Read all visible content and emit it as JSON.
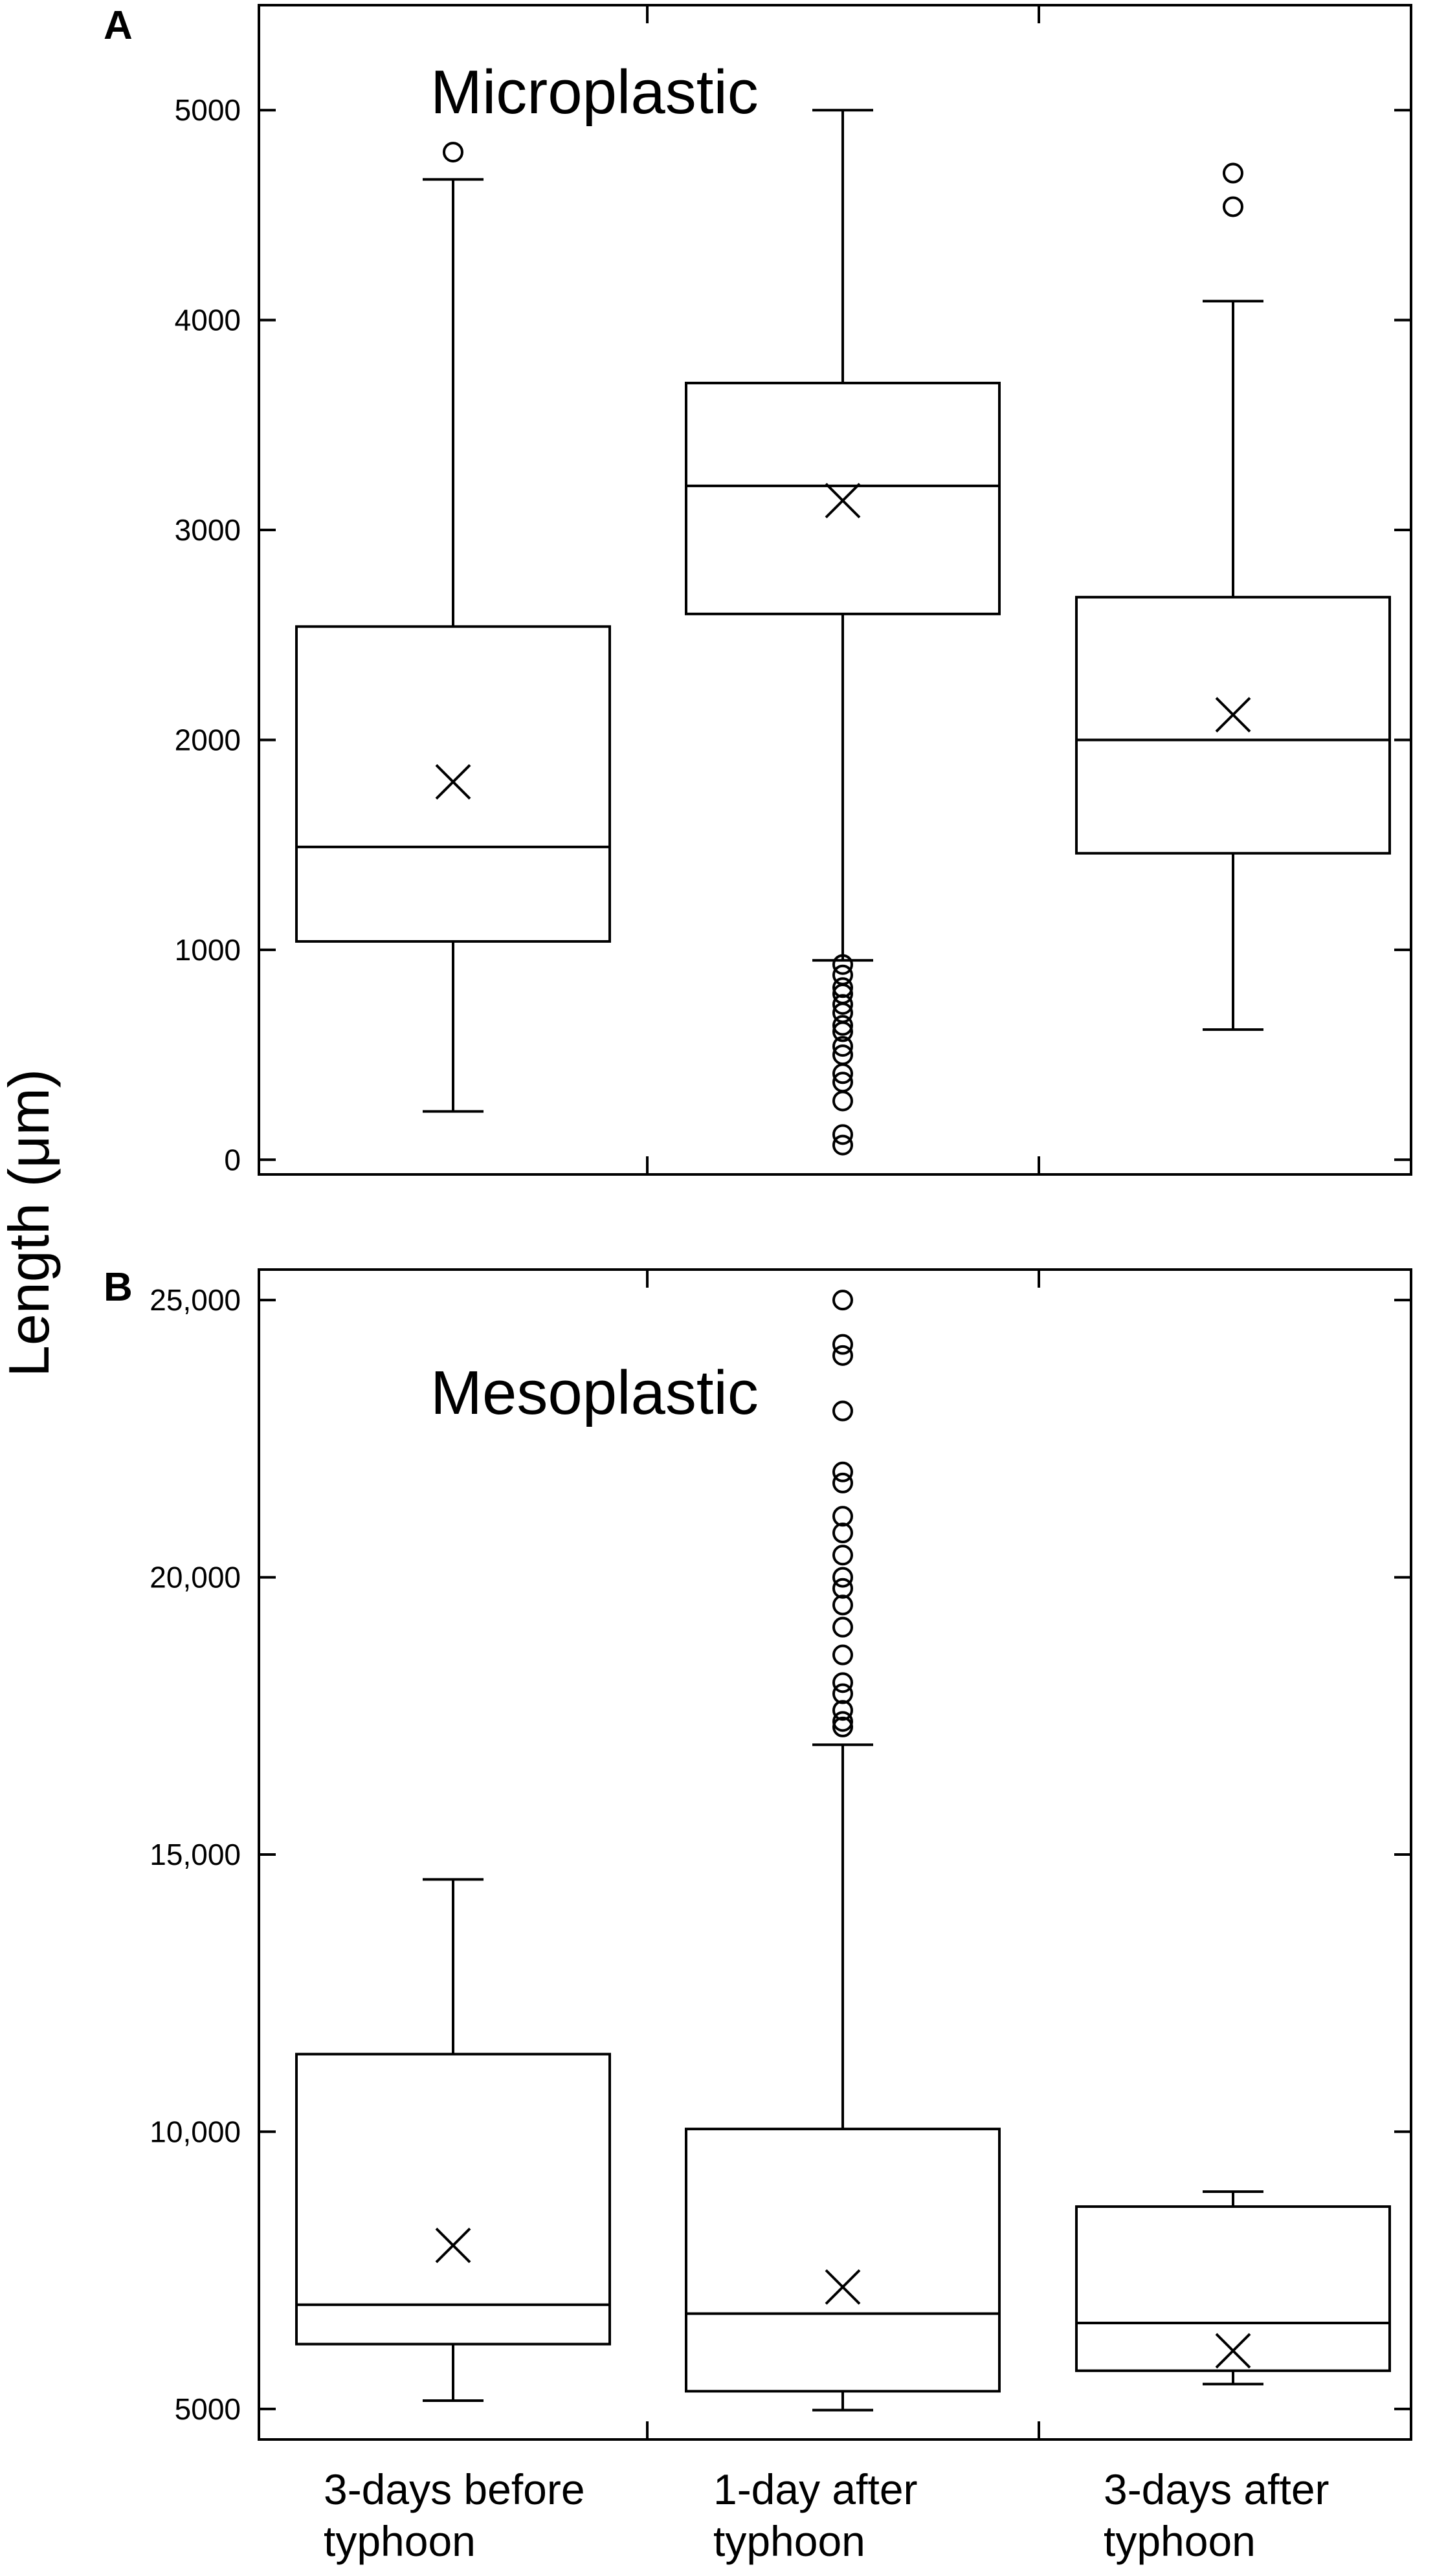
{
  "figure": {
    "ylabel": "Length (μm)",
    "categories": [
      {
        "line1": "3-days before",
        "line2": "typhoon"
      },
      {
        "line1": "1-day after",
        "line2": "typhoon"
      },
      {
        "line1": "3-days after",
        "line2": "typhoon"
      }
    ]
  },
  "chart_data": [
    {
      "type": "box",
      "panel": "A",
      "title": "Microplastic",
      "ylabel": "Length (μm)",
      "ylim": [
        -70,
        5500
      ],
      "yticks": [
        0,
        1000,
        2000,
        3000,
        4000,
        5000
      ],
      "ytick_labels": [
        "0",
        "1000",
        "2000",
        "3000",
        "4000",
        "5000"
      ],
      "grid": false,
      "categories": [
        "3-days before typhoon",
        "1-day after typhoon",
        "3-days after typhoon"
      ],
      "boxes": [
        {
          "whisker_low": 230,
          "q1": 1040,
          "median": 1490,
          "q3": 2540,
          "whisker_high": 4670,
          "mean": 1800,
          "outliers": [
            4800
          ]
        },
        {
          "whisker_low": 950,
          "q1": 2600,
          "median": 3210,
          "q3": 3700,
          "whisker_high": 5000,
          "mean": 3140,
          "outliers": [
            930,
            880,
            820,
            790,
            740,
            700,
            640,
            610,
            540,
            500,
            410,
            370,
            280,
            120,
            70
          ]
        },
        {
          "whisker_low": 620,
          "q1": 1460,
          "median": 2000,
          "q3": 2680,
          "whisker_high": 4090,
          "mean": 2120,
          "outliers": [
            4700,
            4540
          ]
        }
      ]
    },
    {
      "type": "box",
      "panel": "B",
      "title": "Mesoplastic",
      "ylabel": "Length (μm)",
      "ylim": [
        4450,
        25550
      ],
      "yticks": [
        5000,
        10000,
        15000,
        20000,
        25000
      ],
      "ytick_labels": [
        "5000",
        "10,000",
        "15,000",
        "20,000",
        "25,000"
      ],
      "grid": false,
      "categories": [
        "3-days before typhoon",
        "1-day after typhoon",
        "3-days after typhoon"
      ],
      "boxes": [
        {
          "whisker_low": 5150,
          "q1": 6170,
          "median": 6880,
          "q3": 11400,
          "whisker_high": 14550,
          "mean": 7950,
          "outliers": []
        },
        {
          "whisker_low": 4980,
          "q1": 5320,
          "median": 6720,
          "q3": 10050,
          "whisker_high": 16980,
          "mean": 7200,
          "outliers": [
            17300,
            17400,
            17600,
            17900,
            18100,
            18600,
            19100,
            19500,
            19800,
            20000,
            20400,
            20800,
            21100,
            21700,
            21900,
            23000,
            24000,
            24200,
            25000
          ]
        },
        {
          "whisker_low": 5450,
          "q1": 5690,
          "median": 6550,
          "q3": 8650,
          "whisker_high": 8920,
          "mean": 6050,
          "outliers": []
        }
      ]
    }
  ]
}
